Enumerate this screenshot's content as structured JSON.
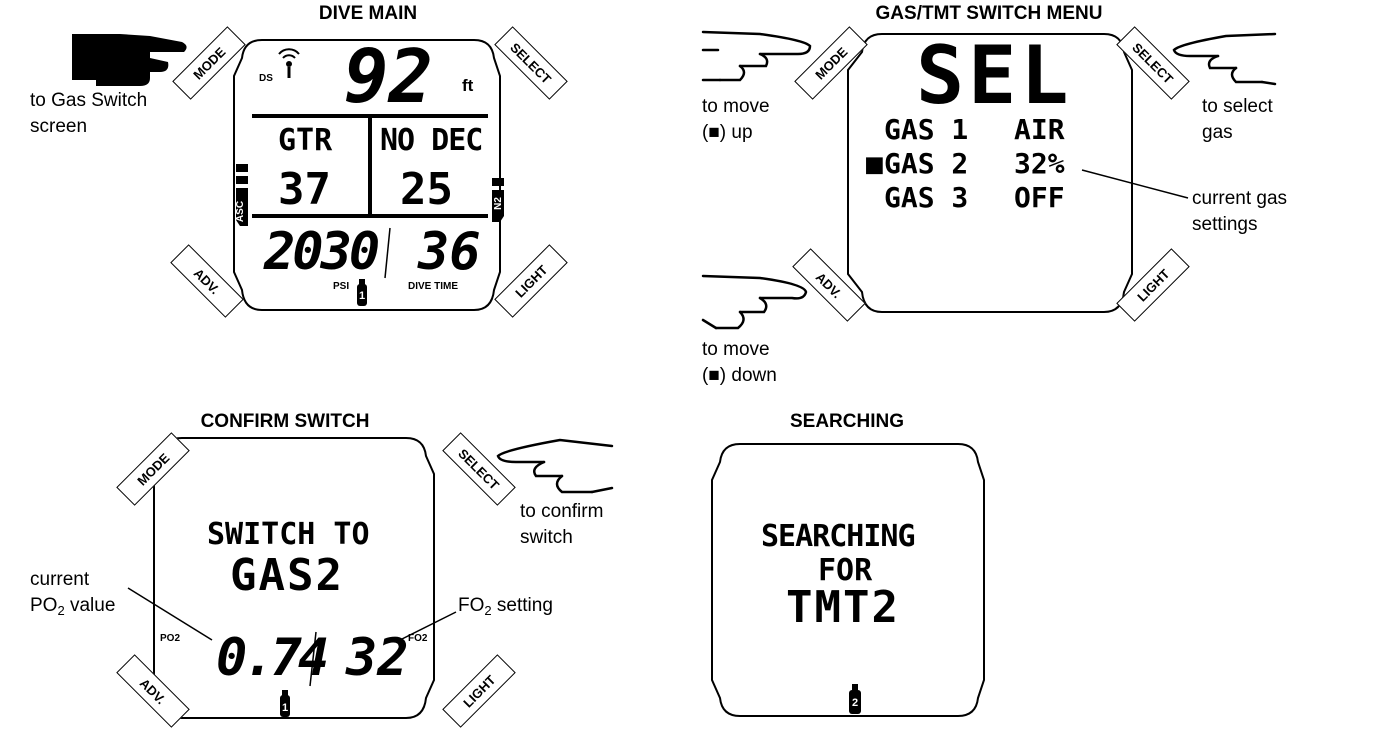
{
  "panels": {
    "dive_main": {
      "title": "DIVE MAIN",
      "depth": "92",
      "depth_unit": "ft",
      "ds_label": "DS",
      "gtr_label": "GTR",
      "gtr_value": "37",
      "nodec_label": "NO DEC",
      "nodec_value": "25",
      "pressure_value": "2030",
      "psi_label": "PSI",
      "dive_time_value": "36",
      "dive_time_label": "DIVE TIME",
      "asc_label": "ASC",
      "n2_label": "N2",
      "tank_number": "1",
      "note_mode": [
        "to Gas Switch",
        "screen"
      ]
    },
    "gas_menu": {
      "title": "GAS/TMT SWITCH MENU",
      "header": "SEL",
      "rows": [
        {
          "marker": "",
          "gas": "GAS 1",
          "value": "AIR"
        },
        {
          "marker": "■",
          "gas": "GAS 2",
          "value": "32%"
        },
        {
          "marker": "",
          "gas": "GAS 3",
          "value": "OFF"
        }
      ],
      "note_up": [
        "to move",
        "(■) up"
      ],
      "note_down": [
        "to move",
        "(■) down"
      ],
      "note_select": [
        "to select",
        "gas"
      ],
      "note_current": [
        "current gas",
        "settings"
      ]
    },
    "confirm": {
      "title": "CONFIRM SWITCH",
      "line1": "SWITCH TO",
      "line2": "GAS2",
      "po2_label": "PO2",
      "po2_value": "0.74",
      "fo2_label": "FO2",
      "fo2_value": "32",
      "tank_number": "1",
      "note_confirm": [
        "to confirm",
        "switch"
      ],
      "note_po2_line1": "current",
      "note_po2_prefix": "PO",
      "note_po2_sub": "2",
      "note_po2_suffix": " value",
      "note_fo2_prefix": "FO",
      "note_fo2_sub": "2",
      "note_fo2_suffix": " setting"
    },
    "searching": {
      "title": "SEARCHING",
      "line1": "SEARCHING",
      "line2": "FOR",
      "line3": "TMT2",
      "tank_number": "2"
    }
  },
  "buttons": {
    "mode": "MODE",
    "select": "SELECT",
    "adv": "ADV.",
    "light": "LIGHT"
  }
}
